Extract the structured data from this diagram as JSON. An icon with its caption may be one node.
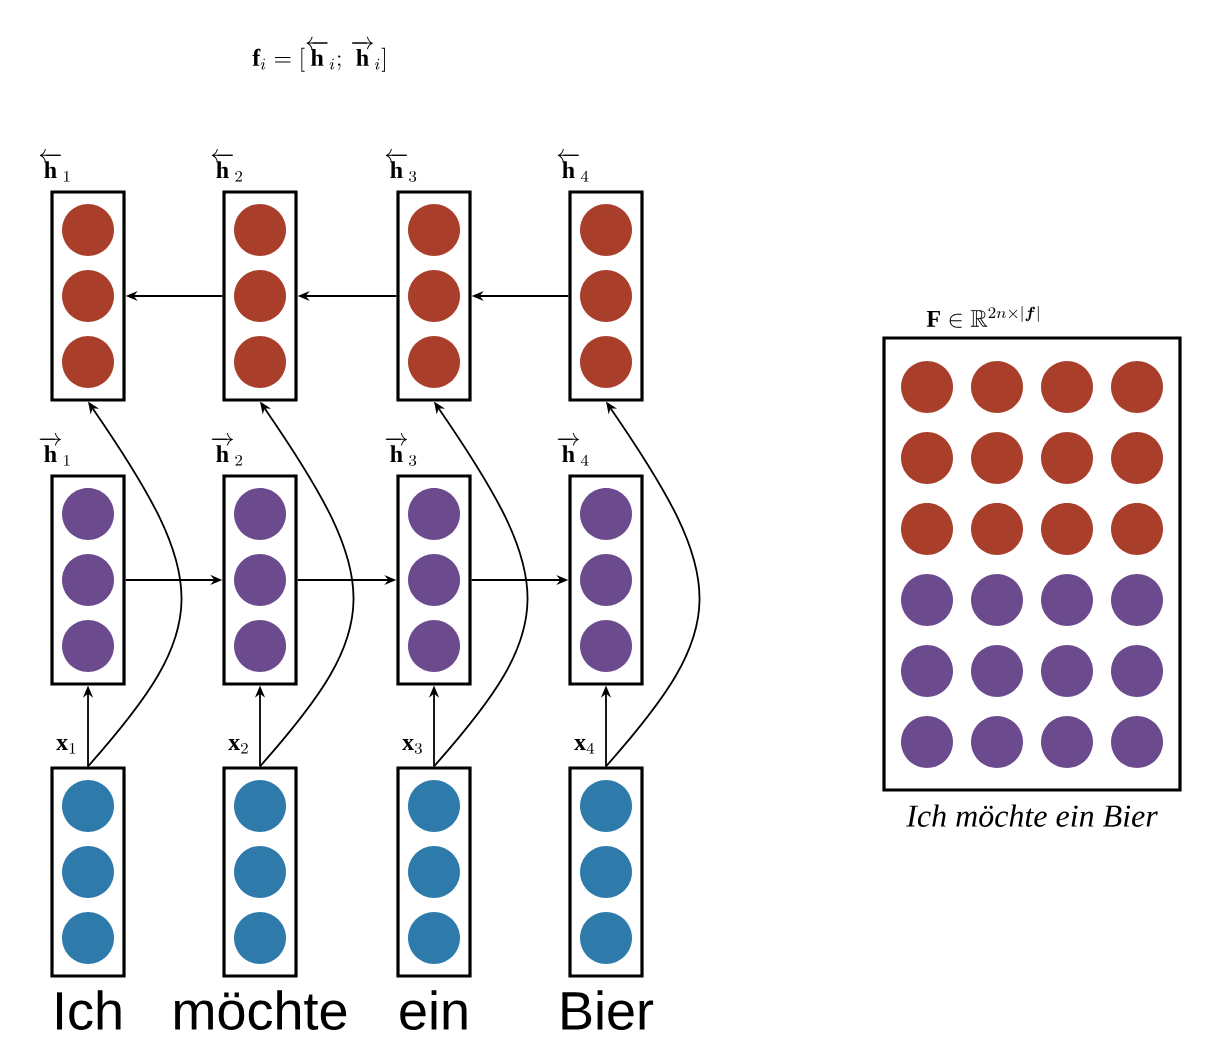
{
  "diagram": {
    "title": "\\mathbf{f}_i = [\\overleftarrow{\\mathbf{h}}_i;\\, \\overrightarrow{\\mathbf{h}}_i]",
    "nodes": [
      {
        "text": [],
        "shape": "box",
        "beside": [
          "\\overleftarrow{\\mathbf{h}}_1"
        ]
      },
      {
        "text": [],
        "shape": "box",
        "beside": [
          "\\overleftarrow{\\mathbf{h}}_2"
        ]
      },
      {
        "text": [],
        "shape": "box",
        "beside": [
          "\\overleftarrow{\\mathbf{h}}_3"
        ]
      },
      {
        "text": [],
        "shape": "box",
        "beside": [
          "\\overleftarrow{\\mathbf{h}}_4"
        ]
      },
      {
        "text": [],
        "shape": "box",
        "beside": [
          "\\overrightarrow{\\mathbf{h}}_1"
        ]
      },
      {
        "text": [],
        "shape": "box",
        "beside": [
          "\\overrightarrow{\\mathbf{h}}_2"
        ]
      },
      {
        "text": [],
        "shape": "box",
        "beside": [
          "\\overrightarrow{\\mathbf{h}}_3"
        ]
      },
      {
        "text": [],
        "shape": "box",
        "beside": [
          "\\overrightarrow{\\mathbf{h}}_4"
        ]
      },
      {
        "text": [],
        "shape": "box",
        "beside": [
          "\\mathbf{x}_1",
          "Ich"
        ]
      },
      {
        "text": [],
        "shape": "box",
        "beside": [
          "\\mathbf{x}_2",
          "möchte"
        ]
      },
      {
        "text": [],
        "shape": "box",
        "beside": [
          "\\mathbf{x}_3",
          "ein"
        ]
      },
      {
        "text": [],
        "shape": "box",
        "beside": [
          "\\mathbf{x}_4",
          "Bier"
        ]
      },
      {
        "text": [],
        "shape": "box",
        "beside": [
          "\\mathbf{F} \\in \\mathbb{R}^{2n \\times |\\boldsymbol{f}|}",
          "Ich möchte ein Bier"
        ]
      }
    ],
    "edges": [
      {
        "from": 8,
        "to": 4,
        "arrow": "to"
      },
      {
        "from": 9,
        "to": 5,
        "arrow": "to"
      },
      {
        "from": 10,
        "to": 6,
        "arrow": "to"
      },
      {
        "from": 11,
        "to": 7,
        "arrow": "to"
      },
      {
        "from": 4,
        "to": 5,
        "arrow": "to"
      },
      {
        "from": 5,
        "to": 6,
        "arrow": "to"
      },
      {
        "from": 6,
        "to": 7,
        "arrow": "to"
      },
      {
        "from": 3,
        "to": 2,
        "arrow": "to"
      },
      {
        "from": 2,
        "to": 1,
        "arrow": "to"
      },
      {
        "from": 1,
        "to": 0,
        "arrow": "to"
      },
      {
        "from": 8,
        "to": 0,
        "arrow": "to"
      },
      {
        "from": 9,
        "to": 1,
        "arrow": "to"
      },
      {
        "from": 10,
        "to": 2,
        "arrow": "to"
      },
      {
        "from": 11,
        "to": 3,
        "arrow": "to"
      }
    ]
  }
}
